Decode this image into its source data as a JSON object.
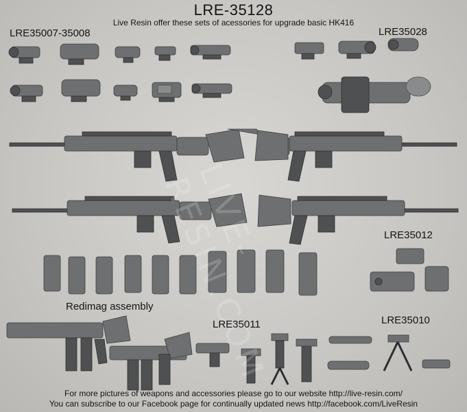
{
  "header": {
    "title": "LRE-35128",
    "subtitle": "Live Resin offer these sets of acessories for upgrade basic HK416"
  },
  "labels": {
    "optics_set": "LRE35007-35008",
    "night_optics_set": "LRE35028",
    "laser_set": "LRE35012",
    "redimag": "Redimag assembly",
    "grips_set": "LRE35011",
    "bipod_set": "LRE35010"
  },
  "footer": {
    "line1": "For more pictures of weapons and accessories please go to our website http://live-resin.com/",
    "line2": "You can subscribe to our Facebook page for continually updated news http://facebook.com/LiveResin"
  },
  "watermark": "LIVE-RESIN.COM",
  "colors": {
    "background": "#c9c8c5",
    "model_gray": "#6e6f70",
    "text": "#141414"
  }
}
